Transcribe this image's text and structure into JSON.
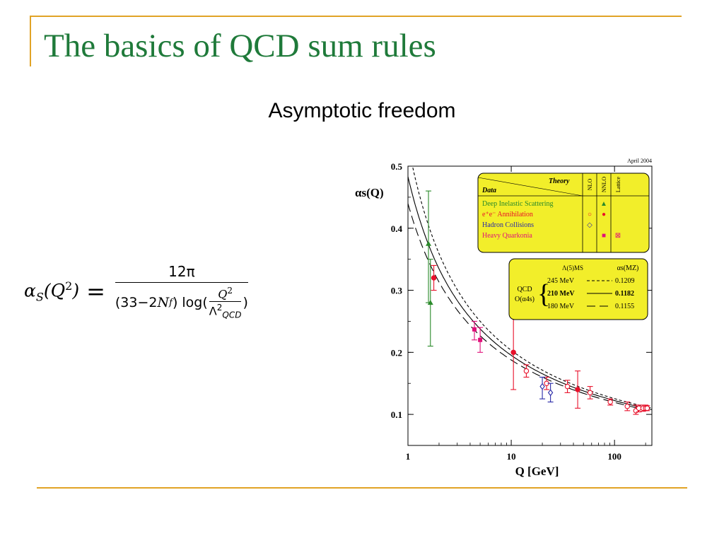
{
  "slide": {
    "title": "The basics of QCD sum rules",
    "subtitle": "Asymptotic freedom"
  },
  "formula": {
    "lhs_symbol": "α",
    "lhs_sub": "S",
    "lhs_arg": "Q",
    "lhs_arg_power": "2",
    "equals": "=",
    "numerator": "12π",
    "den_prefix": "(33−2",
    "den_nf": "N",
    "den_nf_sub": "f",
    "den_log": ") log(",
    "inner_num": "Q",
    "inner_num_power": "2",
    "inner_den": "Λ",
    "inner_den_power": "2",
    "inner_den_sub": "QCD",
    "den_close": ")"
  },
  "chart_data": {
    "type": "scatter",
    "date_label": "April 2004",
    "ylabel": "αs(Q)",
    "xlabel": "Q [GeV]",
    "xscale": "log",
    "xlim": [
      1,
      230
    ],
    "ylim": [
      0.05,
      0.5
    ],
    "xticks": [
      {
        "value": 1,
        "label": "1"
      },
      {
        "value": 10,
        "label": "10"
      },
      {
        "value": 100,
        "label": "100"
      }
    ],
    "yticks": [
      {
        "value": 0.1,
        "label": "0.1"
      },
      {
        "value": 0.2,
        "label": "0.2"
      },
      {
        "value": 0.3,
        "label": "0.3"
      },
      {
        "value": 0.4,
        "label": "0.4"
      },
      {
        "value": 0.5,
        "label": "0.5"
      }
    ],
    "curves": [
      {
        "lambda_mev": 245,
        "style": "dashed-fine",
        "label": "245 MeV",
        "alpha_mz": "0.1209"
      },
      {
        "lambda_mev": 210,
        "style": "solid",
        "label": "210 MeV",
        "alpha_mz": "0.1182"
      },
      {
        "lambda_mev": 180,
        "style": "dashed-long",
        "label": "180 MeV",
        "alpha_mz": "0.1155"
      }
    ],
    "series": [
      {
        "name": "Deep Inelastic Scattering",
        "color": "#2a8a2a",
        "marker": "triangle-filled",
        "points": [
          [
            1.58,
            0.375,
            0.46,
            0.28
          ],
          [
            1.65,
            0.28,
            0.35,
            0.21
          ]
        ]
      },
      {
        "name": "e+e- Annihilation",
        "color": "#e8102a",
        "marker": "circle",
        "points": [
          [
            1.78,
            0.32,
            0.34,
            0.3
          ],
          [
            10.5,
            0.2,
            0.26,
            0.14
          ],
          [
            14,
            0.17,
            0.18,
            0.16
          ],
          [
            22,
            0.15,
            0.16,
            0.14
          ],
          [
            35,
            0.145,
            0.155,
            0.135
          ],
          [
            44,
            0.14,
            0.17,
            0.11
          ],
          [
            58,
            0.135,
            0.145,
            0.125
          ],
          [
            91,
            0.12,
            0.125,
            0.115
          ],
          [
            133,
            0.113,
            0.12,
            0.106
          ],
          [
            161,
            0.106,
            0.115,
            0.1
          ],
          [
            172,
            0.11,
            0.115,
            0.104
          ],
          [
            189,
            0.11,
            0.115,
            0.105
          ],
          [
            200,
            0.11,
            0.115,
            0.106
          ],
          [
            207,
            0.11,
            0.114,
            0.106
          ]
        ]
      },
      {
        "name": "Hadron Collisions",
        "color": "#2a2aa8",
        "marker": "diamond",
        "points": [
          [
            20,
            0.145,
            0.16,
            0.125
          ],
          [
            24,
            0.135,
            0.15,
            0.12
          ]
        ]
      },
      {
        "name": "Heavy Quarkonia",
        "color": "#e0107a",
        "marker": "square",
        "points": [
          [
            4.4,
            0.237,
            0.25,
            0.22
          ],
          [
            5,
            0.22,
            0.24,
            0.2
          ]
        ]
      }
    ],
    "legend_theory": {
      "title": "Theory",
      "data_label": "Data",
      "columns": [
        "NLO",
        "NNLO",
        "Lattice"
      ],
      "rows": [
        {
          "label": "Deep Inelastic Scattering",
          "color": "#2a8a2a",
          "nlo": "",
          "nnlo": "▲",
          "lattice": ""
        },
        {
          "label": "e⁺e⁻ Annihilation",
          "color": "#e8102a",
          "nlo": "○",
          "nnlo": "●",
          "lattice": ""
        },
        {
          "label": "Hadron Collisions",
          "color": "#2a2aa8",
          "nlo": "◇",
          "nnlo": "",
          "lattice": ""
        },
        {
          "label": "Heavy Quarkonia",
          "color": "#e0107a",
          "nlo": "",
          "nnlo": "■",
          "lattice": "⊠"
        }
      ]
    },
    "legend_qcd": {
      "col_lambda": "Λ(5)MS",
      "col_alpha": "αs(MZ)",
      "row_label_1": "QCD",
      "row_label_2": "O(α4s)"
    },
    "legend_placement": "top-right",
    "grid": false
  },
  "colors": {
    "title_green": "#1f7a3a",
    "rule_gold": "#e1a326",
    "legend_yellow": "#f2ee2a"
  }
}
